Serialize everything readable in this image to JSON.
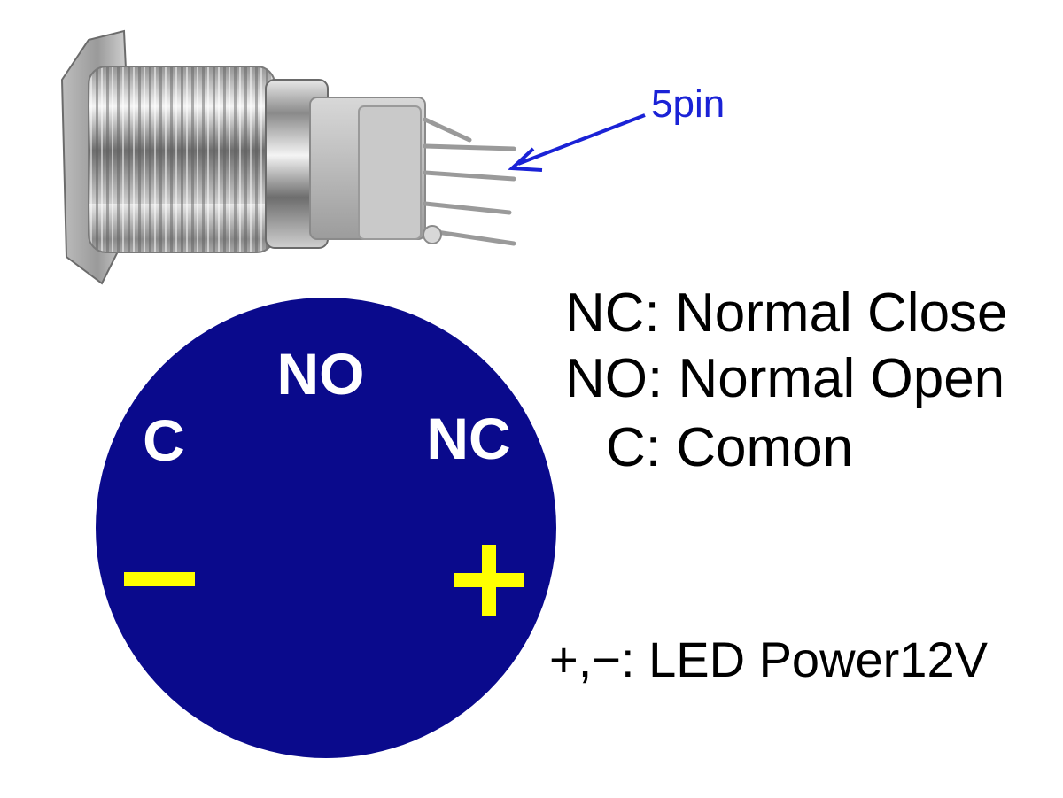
{
  "photo": {
    "label": "push-button-switch-photo"
  },
  "annotation": {
    "pin_label": "5pin",
    "arrow_color": "#1a22d6"
  },
  "pinout": {
    "face_color": "#0a0a8c",
    "terminal_color": "#ffffff",
    "power_color": "#ffff00",
    "labels": {
      "no": "NO",
      "c": "C",
      "nc": "NC",
      "minus": "−",
      "plus": "+"
    }
  },
  "legend": {
    "nc": "NC: Normal Close",
    "no": "NO: Normal Open",
    "c": "C: Comon",
    "led": "+,−: LED Power12V"
  }
}
